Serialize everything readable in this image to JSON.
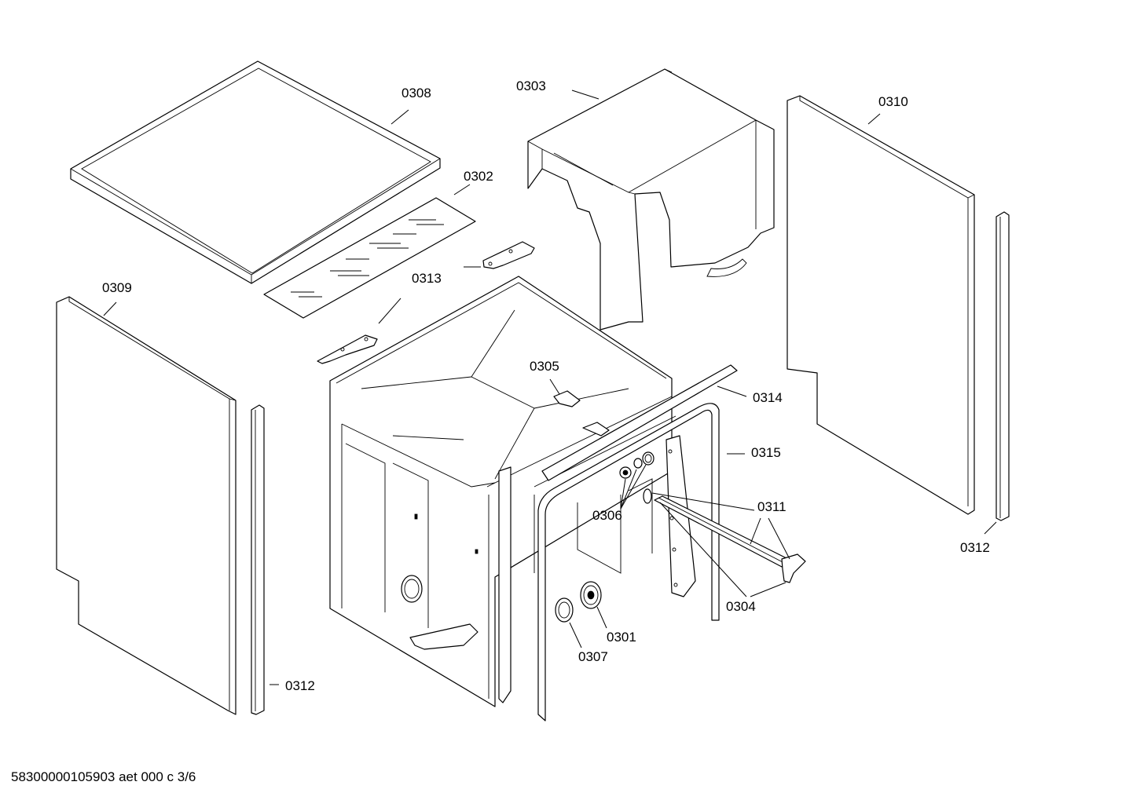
{
  "labels": {
    "p0301": "0301",
    "p0302": "0302",
    "p0303": "0303",
    "p0304": "0304",
    "p0305": "0305",
    "p0306": "0306",
    "p0307": "0307",
    "p0308": "0308",
    "p0309": "0309",
    "p0310": "0310",
    "p0311": "0311",
    "p0312_left": "0312",
    "p0312_right": "0312",
    "p0313": "0313",
    "p0314": "0314",
    "p0315": "0315"
  },
  "footer": {
    "code": "58300000105903 aet 000 c 3/6"
  }
}
